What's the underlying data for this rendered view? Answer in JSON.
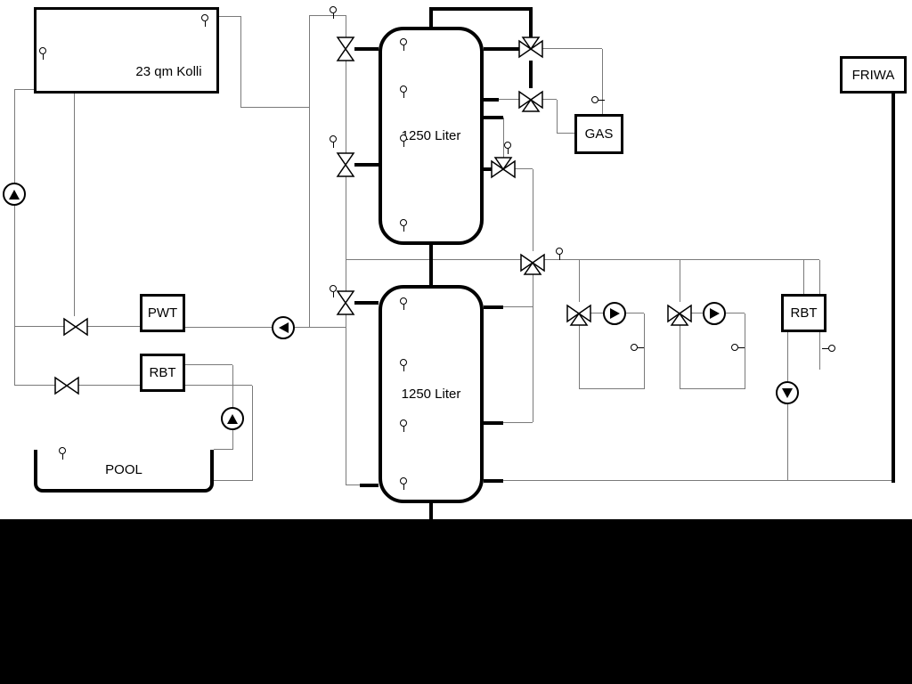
{
  "page": {
    "background": "#ffffff",
    "footer_band_color": "#000000"
  },
  "labels": {
    "collector": "23 qm Kolli",
    "tank_top": "1250 Liter",
    "tank_bottom": "1250 Liter",
    "gas": "GAS",
    "friwa": "FRIWA",
    "pwt": "PWT",
    "rbt_left": "RBT",
    "rbt_right": "RBT",
    "pool": "POOL"
  },
  "icons": {
    "pump": "circle-with-direction-triangle",
    "valve": "bowtie-valve",
    "sensor": "small-circle-probe"
  },
  "colors": {
    "pipe_thin": "#7a7a7a",
    "pipe_thick": "#000000"
  }
}
